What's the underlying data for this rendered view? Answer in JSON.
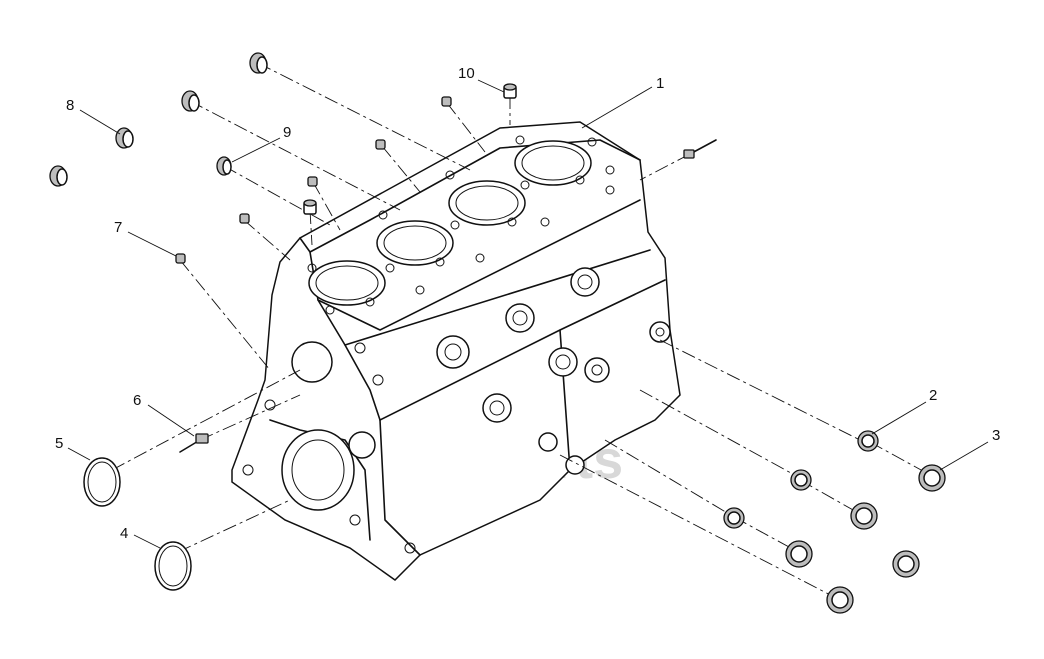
{
  "diagram": {
    "watermark": "datakparts",
    "callouts": [
      {
        "id": "1",
        "label": "1"
      },
      {
        "id": "2",
        "label": "2"
      },
      {
        "id": "3",
        "label": "3"
      },
      {
        "id": "4",
        "label": "4"
      },
      {
        "id": "5",
        "label": "5"
      },
      {
        "id": "6",
        "label": "6"
      },
      {
        "id": "7",
        "label": "7"
      },
      {
        "id": "8",
        "label": "8"
      },
      {
        "id": "9",
        "label": "9"
      },
      {
        "id": "10",
        "label": "10"
      }
    ]
  }
}
